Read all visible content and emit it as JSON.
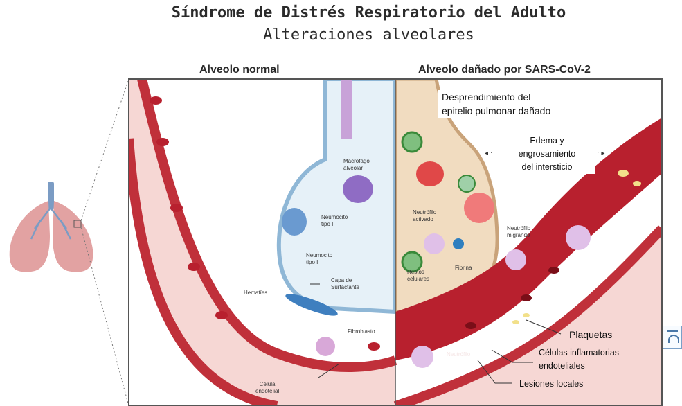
{
  "title": {
    "line1": "Síndrome de Distrés Respiratorio del Adulto",
    "line2": "Alteraciones alveolares"
  },
  "panels": {
    "left_heading": "Alveolo normal",
    "right_heading": "Alveolo dañado por SARS-CoV-2"
  },
  "left_labels": {
    "macrophage": [
      "Macrófago",
      "alveolar"
    ],
    "type2": [
      "Neumocito",
      "tipo II"
    ],
    "type1": [
      "Neumocito",
      "tipo I"
    ],
    "surfactant": [
      "Capa de",
      "Surfactante"
    ],
    "rbc": "Hematíes",
    "fibroblast": "Fibroblasto",
    "endothelial": [
      "Célula",
      "endotelial"
    ]
  },
  "right_labels": {
    "activated_neutrophil": [
      "Neutrófilo",
      "activado"
    ],
    "migrating_neutrophil": [
      "Neutrófilo",
      "migrando"
    ],
    "fibrin": "Fibrina",
    "cell_debris": [
      "Restos",
      "celulares"
    ],
    "neutrophil": "Neutrófilo"
  },
  "annotations": {
    "epithelium": [
      "Desprendimiento del",
      "epitelio pulmonar dañado"
    ],
    "edema": [
      "Edema y",
      "engrosamiento",
      "del intersticio"
    ],
    "platelets": "Plaquetas",
    "inflammatory": [
      "Células inflamatorias",
      "endoteliales"
    ],
    "local_lesions": "Lesiones locales"
  },
  "colors": {
    "vessel_wall": "#c0303a",
    "vessel_lumen": "#f6d7d4",
    "alveolus_normal": "#e6f1f8",
    "alveolus_damaged": "#f1dcc0",
    "lung": "#e2a2a2",
    "trachea": "#7b9cc4"
  },
  "icons": [
    "lung-icon",
    "virus-icon",
    "page-side-icon"
  ]
}
